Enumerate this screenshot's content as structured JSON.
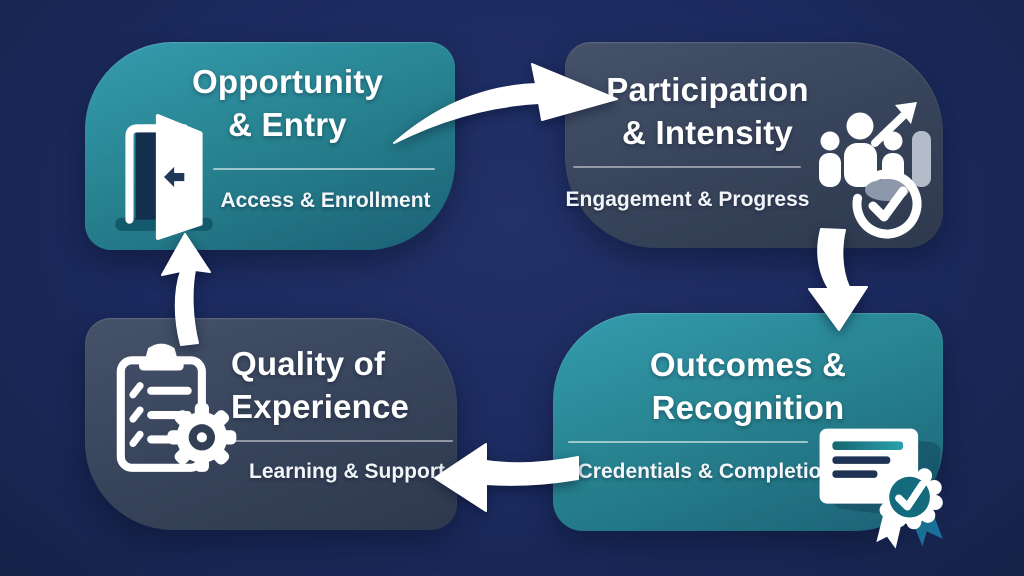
{
  "diagram": {
    "type": "cycle",
    "description_visible_text_only": true,
    "cards": {
      "opportunity": {
        "title_line1": "Opportunity",
        "title_line2": "& Entry",
        "subtitle": "Access & Enrollment",
        "icon": "open-door-icon",
        "style": "teal"
      },
      "participation": {
        "title_line1": "Participation",
        "title_line2": "& Intensity",
        "subtitle": "Engagement & Progress",
        "icons": [
          "people-growth-icon",
          "check-circle-icon"
        ],
        "style": "slate"
      },
      "outcomes": {
        "title_line1": "Outcomes &",
        "title_line2": "Recognition",
        "subtitle": "Credentials & Completion",
        "icon": "certificate-badge-icon",
        "style": "teal"
      },
      "quality": {
        "title_line1": "Quality of",
        "title_line2": "Experience",
        "subtitle": "Learning & Support",
        "icon": "clipboard-gear-icon",
        "style": "slate"
      }
    },
    "arrows": [
      {
        "name": "arrow-opportunity-to-participation",
        "direction": "right-curved"
      },
      {
        "name": "arrow-participation-to-outcomes",
        "direction": "down"
      },
      {
        "name": "arrow-outcomes-to-quality",
        "direction": "left"
      },
      {
        "name": "arrow-quality-to-opportunity",
        "direction": "up"
      }
    ],
    "colors": {
      "background": "#1b2a5e",
      "card_teal_light": "#359cae",
      "card_teal_dark": "#1b6175",
      "card_slate_light": "#45526a",
      "card_slate_dark": "#2e394e",
      "text": "#ffffff",
      "arrow": "#ffffff",
      "icon_teal_accent": "#1f8694",
      "icon_navy_accent": "#1e3354",
      "icon_gray": "#aab4c2"
    }
  }
}
